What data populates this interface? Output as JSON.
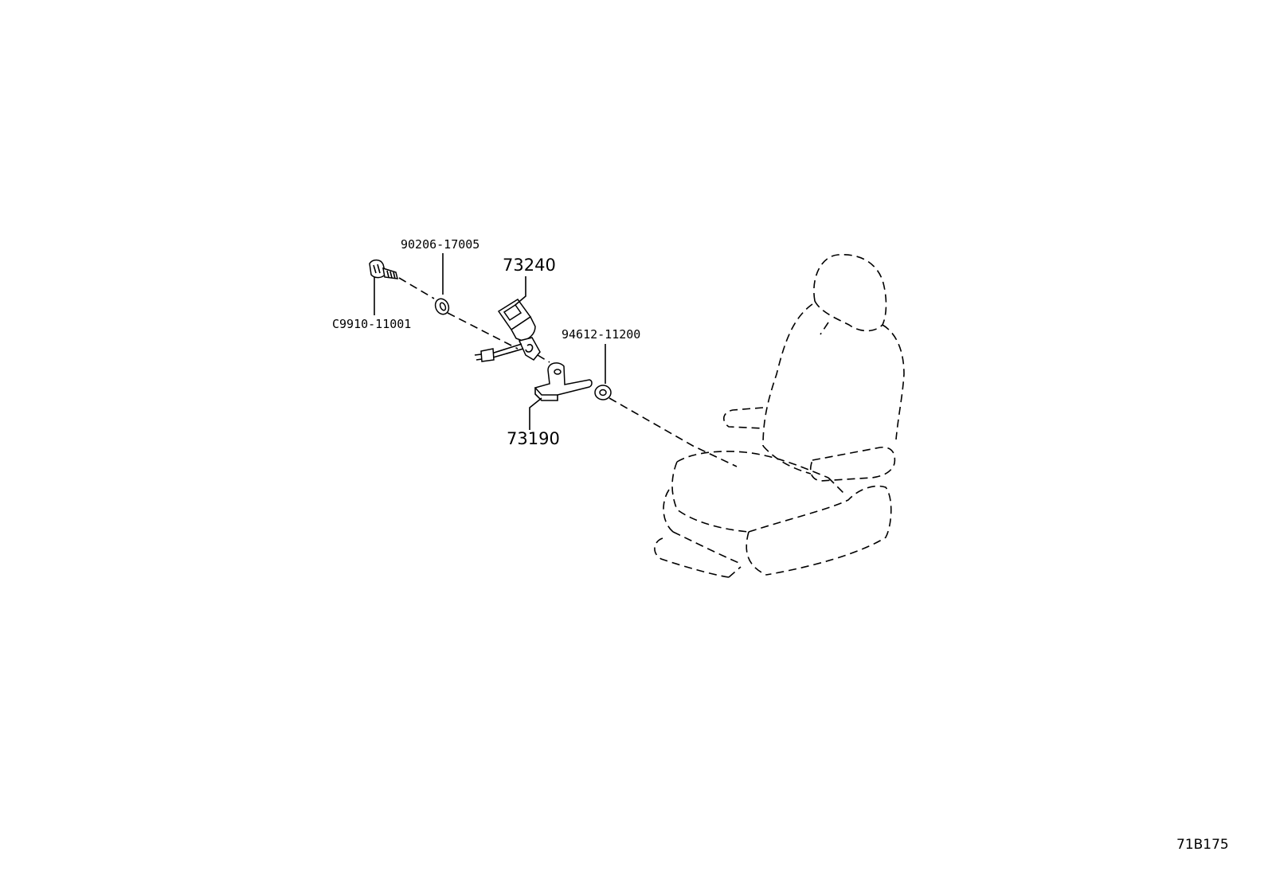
{
  "diagram": {
    "reference_code": "71B175",
    "parts": [
      {
        "number": "90206-17005",
        "kind": "washer"
      },
      {
        "number": "C9910-11001",
        "kind": "bolt"
      },
      {
        "number": "73240",
        "kind": "seat-belt-buckle"
      },
      {
        "number": "94612-11200",
        "kind": "nut"
      },
      {
        "number": "73190",
        "kind": "bracket"
      }
    ]
  }
}
